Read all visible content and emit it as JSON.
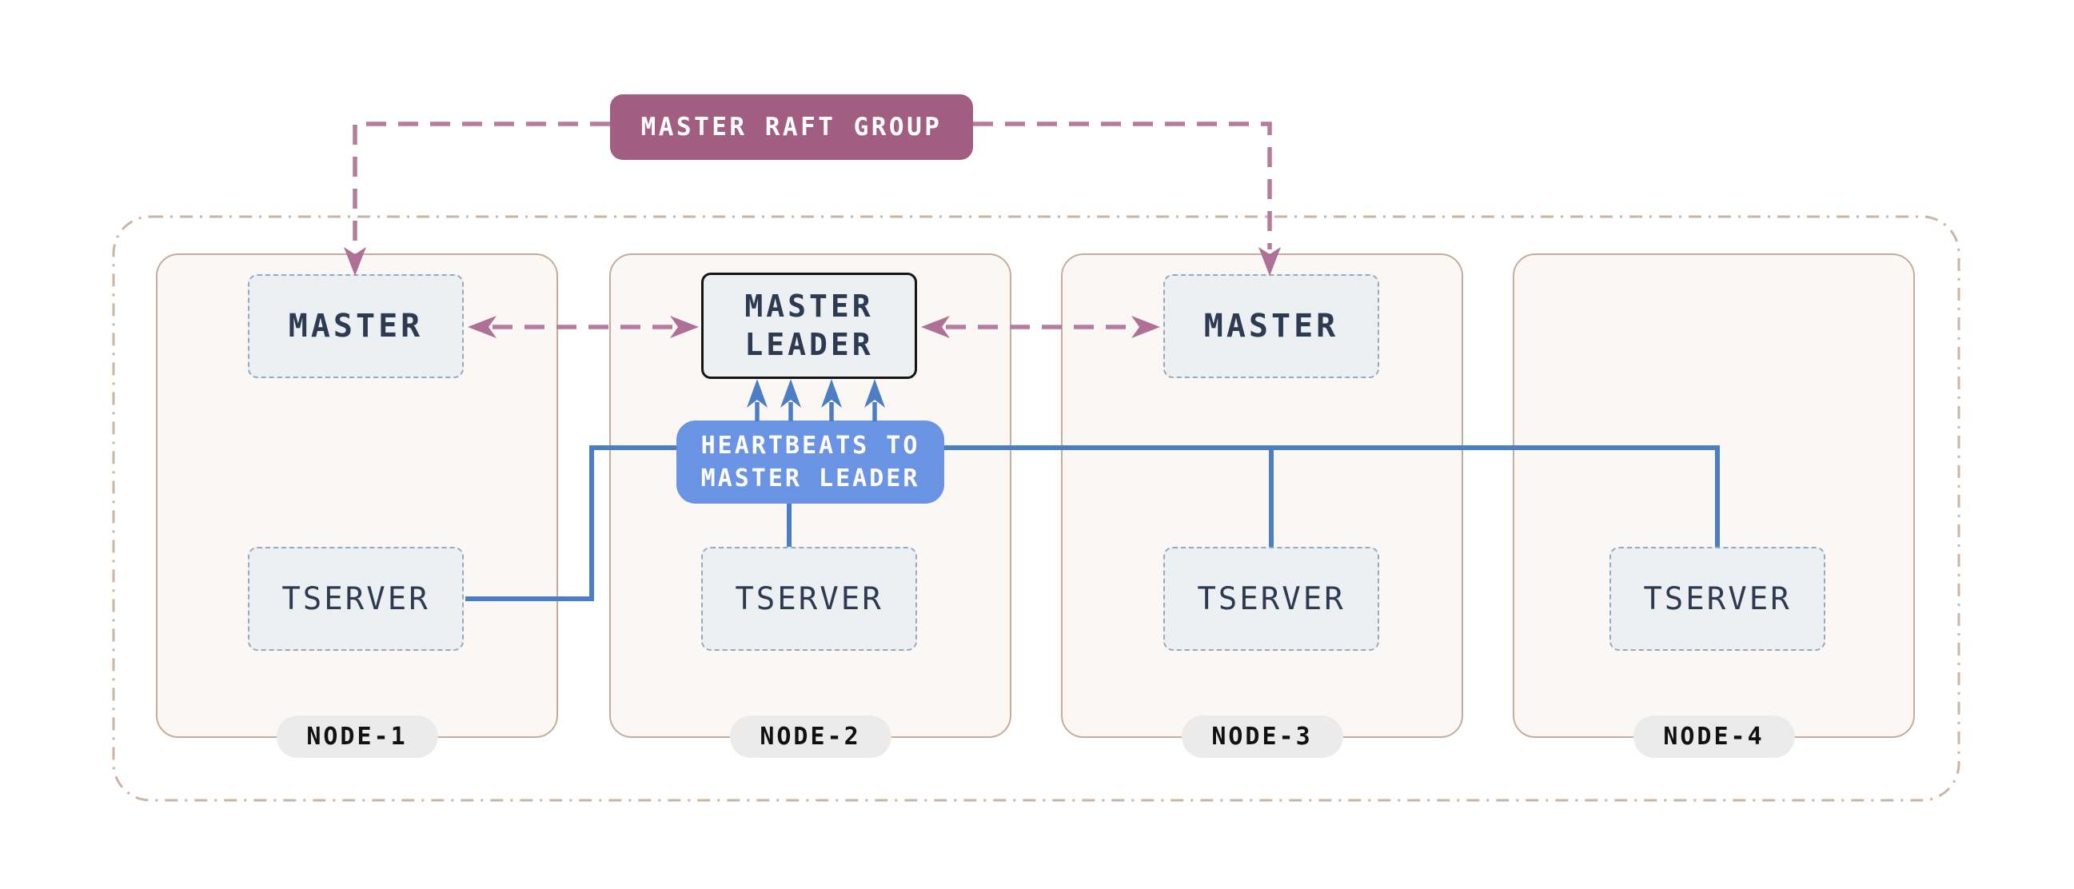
{
  "diagram": {
    "raft_badge": {
      "label": "MASTER RAFT GROUP"
    },
    "heartbeats_badge": {
      "line1": "HEARTBEATS TO",
      "line2": "MASTER LEADER"
    },
    "nodes": [
      {
        "label": "NODE-1",
        "master": "MASTER",
        "tserver": "TSERVER"
      },
      {
        "label": "NODE-2",
        "master_leader": {
          "line1": "MASTER",
          "line2": "LEADER"
        },
        "tserver": "TSERVER"
      },
      {
        "label": "NODE-3",
        "master": "MASTER",
        "tserver": "TSERVER"
      },
      {
        "label": "NODE-4",
        "tserver": "TSERVER"
      }
    ],
    "colors": {
      "raft_badge_bg": "#a15e80",
      "raft_link": "#b77b9e",
      "raft_arrowhead": "#ae7095",
      "heartbeats_badge_bg": "#6b93e4",
      "heartbeat_link": "#4c7ec3",
      "node_fill": "#faf7f4",
      "node_border": "#c5ad9b",
      "cluster_border": "#c9b6a5",
      "component_fill": "#edf0f2",
      "component_border": "#94aabd",
      "component_text": "#2d3b52",
      "leader_border": "#151515",
      "pill_bg": "#ebebeb"
    }
  }
}
